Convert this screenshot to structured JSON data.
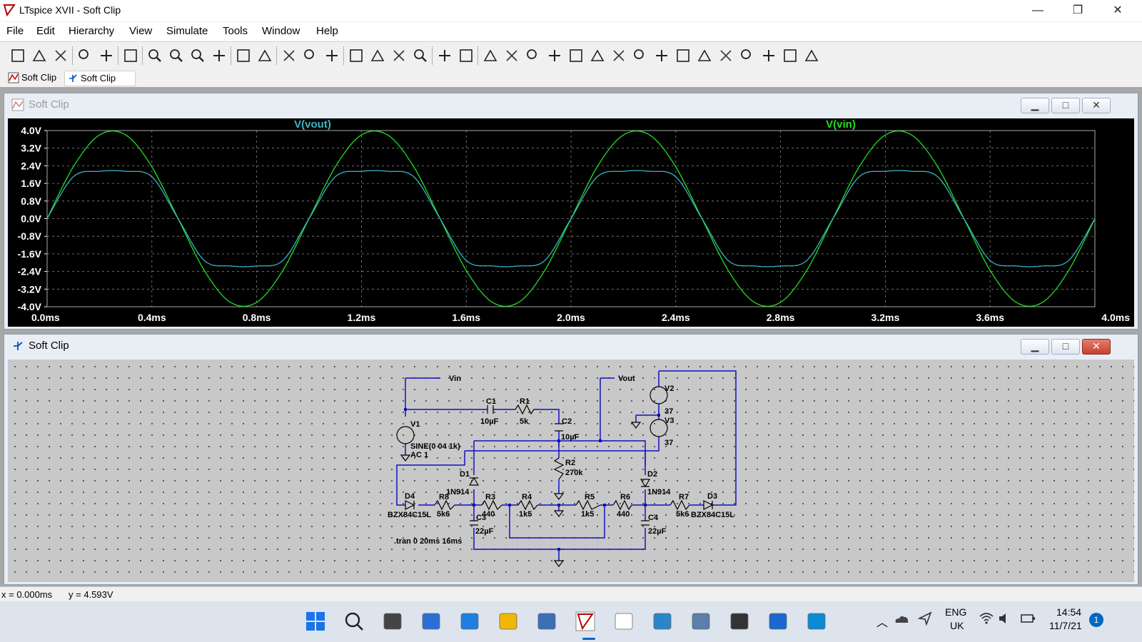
{
  "window": {
    "title": "LTspice XVII - Soft Clip",
    "minimize": "—",
    "maximize": "❐",
    "close": "✕"
  },
  "menu": [
    "File",
    "Edit",
    "Hierarchy",
    "View",
    "Simulate",
    "Tools",
    "Window",
    "Help"
  ],
  "toolbar_icons": [
    "run-icon",
    "open-icon",
    "save-icon",
    "control-panel-icon",
    "halt-icon",
    "pan-icon",
    "zoom-in-icon",
    "zoom-full-icon",
    "zoom-out-icon",
    "zoom-cancel-icon",
    "autorange-icon",
    "plot-settings-icon",
    "tile-horizontal-icon",
    "cascade-icon",
    "tile-vertical-icon",
    "cut-icon",
    "copy-icon",
    "paste-icon",
    "find-icon",
    "print-setup-icon",
    "print-icon",
    "wire-icon",
    "ground-icon",
    "label-net-icon",
    "resistor-icon",
    "capacitor-icon",
    "inductor-icon",
    "diode-icon",
    "component-icon",
    "move-icon",
    "drag-icon",
    "undo-icon",
    "redo-icon",
    "rotate-icon",
    "mirror-icon",
    "text-icon",
    "spice-directive-icon"
  ],
  "tabs": [
    {
      "label": "Soft Clip",
      "icon": "waveform-icon"
    },
    {
      "label": "Soft Clip",
      "icon": "schematic-icon"
    }
  ],
  "plot_window": {
    "title": "Soft Clip"
  },
  "schematic_window": {
    "title": "Soft Clip"
  },
  "chart_data": {
    "type": "line",
    "x": [
      0,
      0.1,
      0.2,
      0.3,
      0.4,
      0.5,
      0.6,
      0.7,
      0.8,
      0.9,
      1.0,
      1.1,
      1.2,
      1.3,
      1.4,
      1.5,
      1.6,
      1.7,
      1.8,
      1.9,
      2.0,
      2.1,
      2.2,
      2.3,
      2.4,
      2.5,
      2.6,
      2.7,
      2.8,
      2.9,
      3.0,
      3.1,
      3.2,
      3.3,
      3.4,
      3.5,
      3.6,
      3.7,
      3.8,
      3.9,
      4.0
    ],
    "series": [
      {
        "name": "V(vin)",
        "color": "#22dd22",
        "values": [
          0,
          2.35,
          3.8,
          3.8,
          2.35,
          0,
          -2.35,
          -3.8,
          -3.8,
          -2.35,
          0,
          2.35,
          3.8,
          3.8,
          2.35,
          0,
          -2.35,
          -3.8,
          -3.8,
          -2.35,
          0,
          2.35,
          3.8,
          3.8,
          2.35,
          0,
          -2.35,
          -3.8,
          -3.8,
          -2.35,
          0,
          2.35,
          3.8,
          3.8,
          2.35,
          0,
          -2.35,
          -3.8,
          -3.8,
          -2.35,
          0
        ]
      },
      {
        "name": "V(vout)",
        "color": "#3bb6c8",
        "values": [
          0,
          1.9,
          2.15,
          2.15,
          1.9,
          0,
          -1.9,
          -2.15,
          -2.15,
          -1.9,
          0,
          1.9,
          2.15,
          2.15,
          1.9,
          0,
          -1.9,
          -2.15,
          -2.15,
          -1.9,
          0,
          1.9,
          2.15,
          2.15,
          1.9,
          0,
          -1.9,
          -2.15,
          -2.15,
          -1.9,
          0,
          1.9,
          2.15,
          2.15,
          1.9,
          0,
          -1.9,
          -2.15,
          -2.15,
          -1.9,
          0
        ]
      }
    ],
    "ylim": [
      -4.0,
      4.0
    ],
    "xlim": [
      0,
      4.0
    ],
    "yticks": [
      "4.0V",
      "3.2V",
      "2.4V",
      "1.6V",
      "0.8V",
      "0.0V",
      "-0.8V",
      "-1.6V",
      "-2.4V",
      "-3.2V",
      "-4.0V"
    ],
    "xticks": [
      "0.0ms",
      "0.4ms",
      "0.8ms",
      "1.2ms",
      "1.6ms",
      "2.0ms",
      "2.4ms",
      "2.8ms",
      "3.2ms",
      "3.6ms",
      "4.0ms"
    ],
    "legend": [
      "V(vout)",
      "V(vin)"
    ],
    "grid": true,
    "background": "#000000"
  },
  "schematic": {
    "nets": [
      "Vin",
      "Vout"
    ],
    "labels": [
      {
        "t": "V1"
      },
      {
        "t": "SINE(0 04 1k)"
      },
      {
        "t": "AC 1"
      },
      {
        "t": "C1"
      },
      {
        "t": "10µF"
      },
      {
        "t": "R1"
      },
      {
        "t": "5k"
      },
      {
        "t": "C2"
      },
      {
        "t": "10µF"
      },
      {
        "t": "R2"
      },
      {
        "t": "270k"
      },
      {
        "t": "V2"
      },
      {
        "t": "37"
      },
      {
        "t": "V3"
      },
      {
        "t": "37"
      },
      {
        "t": "D1"
      },
      {
        "t": "1N914"
      },
      {
        "t": "D2"
      },
      {
        "t": "1N914"
      },
      {
        "t": "D4"
      },
      {
        "t": "BZX84C15L"
      },
      {
        "t": "R8"
      },
      {
        "t": "5k6"
      },
      {
        "t": "R3"
      },
      {
        "t": "440"
      },
      {
        "t": "R4"
      },
      {
        "t": "1k5"
      },
      {
        "t": "R5"
      },
      {
        "t": "1k5"
      },
      {
        "t": "R6"
      },
      {
        "t": "440"
      },
      {
        "t": "R7"
      },
      {
        "t": "5k6"
      },
      {
        "t": "D3"
      },
      {
        "t": "BZX84C15L"
      },
      {
        "t": "C3"
      },
      {
        "t": "22µF"
      },
      {
        "t": "C4"
      },
      {
        "t": "22µF"
      }
    ],
    "directive": ".tran 0 20ms 16ms"
  },
  "status": {
    "x": "x = 0.000ms",
    "y": "y = 4.593V"
  },
  "taskbar": {
    "apps": [
      "windows-start-icon",
      "search-icon",
      "task-view-icon",
      "widgets-icon",
      "edge-sync-icon",
      "file-explorer-icon",
      "bank-icon",
      "ltspice-icon",
      "notepad-icon",
      "notes-icon",
      "calculator-icon",
      "snipping-tool-icon",
      "mail-icon",
      "edge-icon"
    ],
    "lang1": "ENG",
    "lang2": "UK",
    "time": "14:54",
    "date": "11/7/21",
    "notifications": "1"
  }
}
